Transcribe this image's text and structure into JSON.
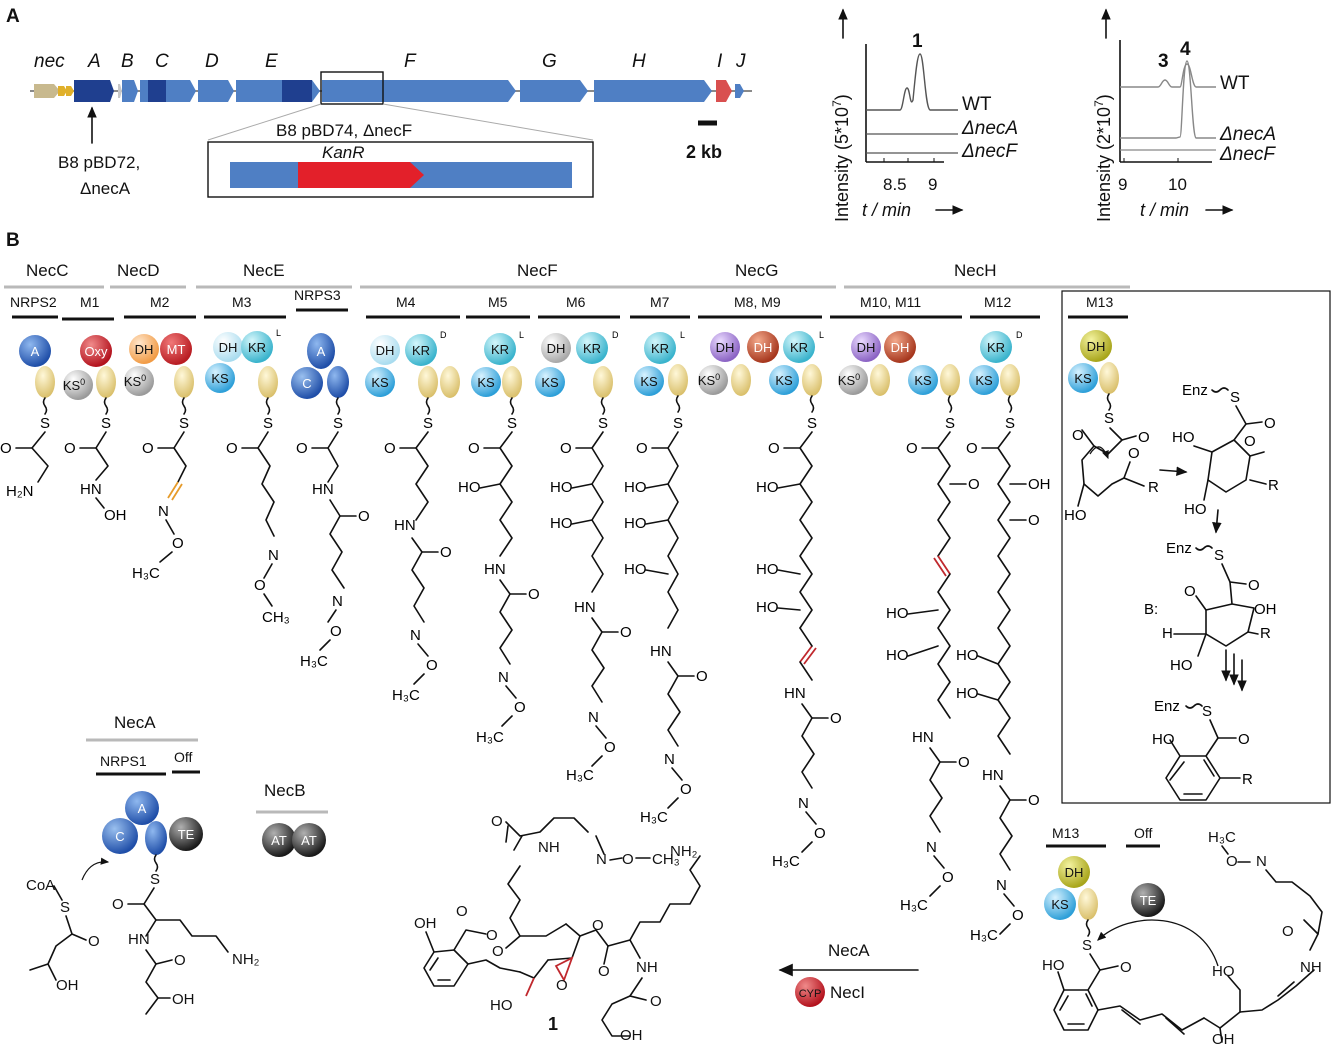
{
  "panels": {
    "a": "A",
    "b": "B"
  },
  "gene_cluster": {
    "prefix": "nec",
    "genes": [
      "A",
      "B",
      "C",
      "D",
      "E",
      "F",
      "G",
      "H",
      "I",
      "J"
    ],
    "annot_necA": [
      "B8 pBD72,",
      "ΔnecA"
    ],
    "annot_necF": "B8 pBD74, ΔnecF",
    "kanr": "KanR",
    "scale": "2 kb",
    "colors": {
      "dark": "#1f3f8f",
      "mid": "#4f7fc4",
      "tan": "#c8b98e",
      "red": "#d94f4f",
      "kan": "#e3202a"
    }
  },
  "chrom1": {
    "ylabel": "Intensity (5*10",
    "ylabel_exp": "7",
    "ylabel_close": ")",
    "xlabel": "t / min",
    "ticks": [
      "8.5",
      "9"
    ],
    "peak": "1",
    "traces": [
      "WT",
      "ΔnecA",
      "ΔnecF"
    ]
  },
  "chrom2": {
    "ylabel": "Intensity (2*10",
    "ylabel_exp": "7",
    "ylabel_close": ")",
    "xlabel": "t / min",
    "ticks": [
      "9",
      "10"
    ],
    "peaks": [
      "3",
      "4"
    ],
    "traces": [
      "WT",
      "ΔnecA",
      "ΔnecF"
    ]
  },
  "proteins": [
    "NecC",
    "NecD",
    "NecE",
    "NecF",
    "NecG",
    "NecH"
  ],
  "modules": [
    "NRPS2",
    "M1",
    "M2",
    "M3",
    "NRPS3",
    "M4",
    "M5",
    "M6",
    "M7",
    "M8, M9",
    "M10, M11",
    "M12",
    "M13"
  ],
  "domains": {
    "A": "A",
    "Oxy": "Oxy",
    "DH": "DH",
    "MT": "MT",
    "KR": "KR",
    "KS": "KS",
    "KS0": "KS",
    "C": "C",
    "TE": "TE",
    "AT": "AT",
    "CYP": "CYP",
    "sup0": "0",
    "supL": "L",
    "supD": "D"
  },
  "necA": {
    "title": "NecA",
    "mod1": "NRPS1",
    "mod2": "Off"
  },
  "necB": {
    "title": "NecB"
  },
  "m13_offload": {
    "mod1": "M13",
    "mod2": "Off"
  },
  "arrow_labels": {
    "top": "NecA",
    "bottom": "NecI"
  },
  "compound": "1",
  "atoms": {
    "S": "S",
    "O": "O",
    "N": "N",
    "H2N": "H₂N",
    "NH": "NH",
    "HN": "HN",
    "OH": "OH",
    "HO": "HO",
    "NH2": "NH₂",
    "H3C": "H₃C",
    "CH3": "CH₃",
    "CoA": "CoA",
    "Enz": "Enz",
    "R": "R",
    "B": "B:",
    "H": "H"
  }
}
